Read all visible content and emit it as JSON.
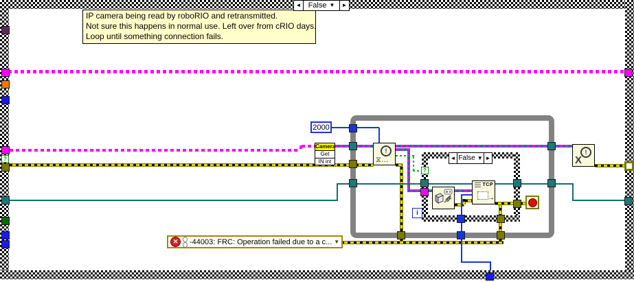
{
  "outer_case": {
    "prev": "◄",
    "label": "False",
    "dropdown": "▼",
    "next": "►"
  },
  "inner_case": {
    "prev": "◄",
    "label": "False",
    "dropdown": "▼",
    "next": "►",
    "selector_unknown": "?"
  },
  "comment": {
    "lines": [
      "IP camera being read by roboRIO and retransmitted.",
      "Not sure this happens in normal use. Left over from cRIO days.",
      "Loop until something connection fails."
    ]
  },
  "constants": {
    "timeout_ms": "2000"
  },
  "camera_node": {
    "row1": "Camera",
    "row2": "Get",
    "row3": "IN int"
  },
  "loop": {
    "iteration": "i"
  },
  "wait_node": {
    "alert": "!",
    "glyph": "⧖…"
  },
  "close_node": {
    "alert": "!",
    "glyph": "X"
  },
  "tcp_node": {
    "label": "TCP",
    "arrow": "→"
  },
  "stop_node": {
    "icon": "stop-red-circle"
  },
  "error_ring": {
    "text": "-44003: FRC: Operation failed due to a c...",
    "dropdown": "▼",
    "error_icon": "x-circle",
    "chain_icon": "broken-link"
  },
  "tunnels": {
    "unknown": "?"
  },
  "colors": {
    "structure_gray": "#828282",
    "icon_beige": "#F8F8DC",
    "comment_yellow": "#FFFFC9",
    "cluster_magenta": "#FF00FF",
    "refnum_teal": "#0E7070",
    "error_olive": "#7A7A00",
    "numeric_blue": "#1A35D6",
    "boolean_green": "#00B400",
    "tunnel_purple": "#5B2D5B",
    "tunnel_orange": "#F07800",
    "tunnel_dark_green": "#0A6A0A",
    "ring_border": "#B08000"
  }
}
